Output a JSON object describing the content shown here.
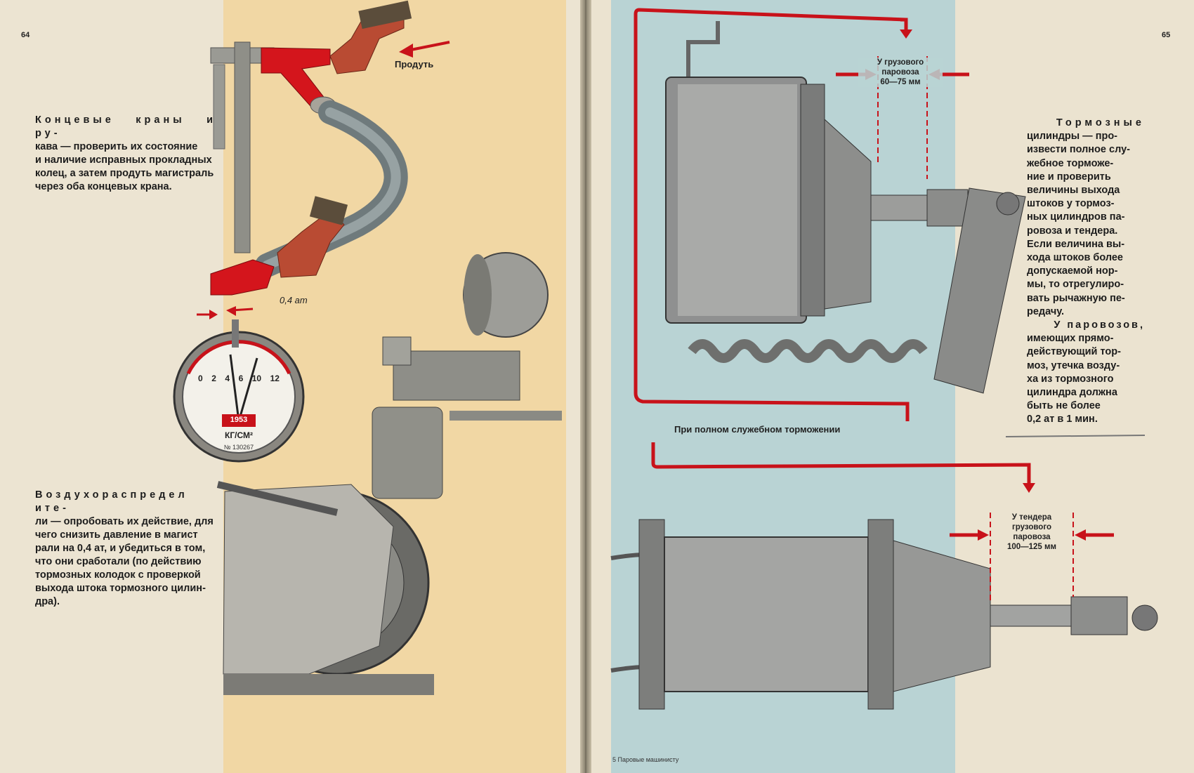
{
  "left_page": {
    "page_number": "64",
    "section1": {
      "heading": "Концевые краны и рукава",
      "lines": [
        "Концевые краны и ру-",
        "кава — проверить их состояние",
        "и наличие исправных прокладных",
        "колец, а затем продуть магистраль",
        "через оба концевых крана."
      ]
    },
    "section2": {
      "heading": "Воздухораспределители",
      "lines": [
        "Воздухораспредел ите-",
        "ли — опробовать их действие, для",
        "чего снизить давление в магист",
        "рали на 0,4 ат, и убедиться в том,",
        "что они сработали (по действию",
        "тормозных колодок с проверкой",
        "выхода штока тормозного цилин-",
        "дра)."
      ]
    },
    "callout_blow": "Продуть",
    "callout_pressure": "0,4 ат",
    "gauge": {
      "scale": [
        "0",
        "2",
        "4",
        "6",
        "10",
        "12"
      ],
      "year": "1953",
      "unit": "КГ/СМ²",
      "serial": "№ 130267"
    }
  },
  "right_page": {
    "page_number": "65",
    "top_dimension": {
      "lines": [
        "У грузового",
        "паровоза",
        "60—75 мм"
      ]
    },
    "top_caption": "При полном служебном торможении",
    "bottom_dimension": {
      "lines": [
        "У тендера",
        "грузового",
        "паровоза",
        "100—125 мм"
      ]
    },
    "section": {
      "heading": "Тормозные цилиндры",
      "lines": [
        "Тормозные",
        "цилиндры — про-",
        "извести полное слу-",
        "жебное торможе-",
        "ние и проверить",
        "величины выхода",
        "штоков у тормоз-",
        "ных цилиндров па-",
        "ровоза и тендера.",
        "Если величина вы-",
        "хода штоков более",
        "допускаемой нор-",
        "мы, то отрегулиро-",
        "вать рычажную пе-",
        "редачу.",
        "У паровозов,",
        "имеющих прямо-",
        "действующий тор-",
        "моз, утечка возду-",
        "ха из тормозного",
        "цилиндра должна",
        "быть не более",
        "0,2 ат в 1 мин."
      ]
    },
    "footer": "5 Паровые машинисту"
  },
  "colors": {
    "accent_red": "#c8121a",
    "paper": "#ece4d2",
    "yellow_panel": "#f1d7a4",
    "blue_panel": "#b9d3d4"
  }
}
